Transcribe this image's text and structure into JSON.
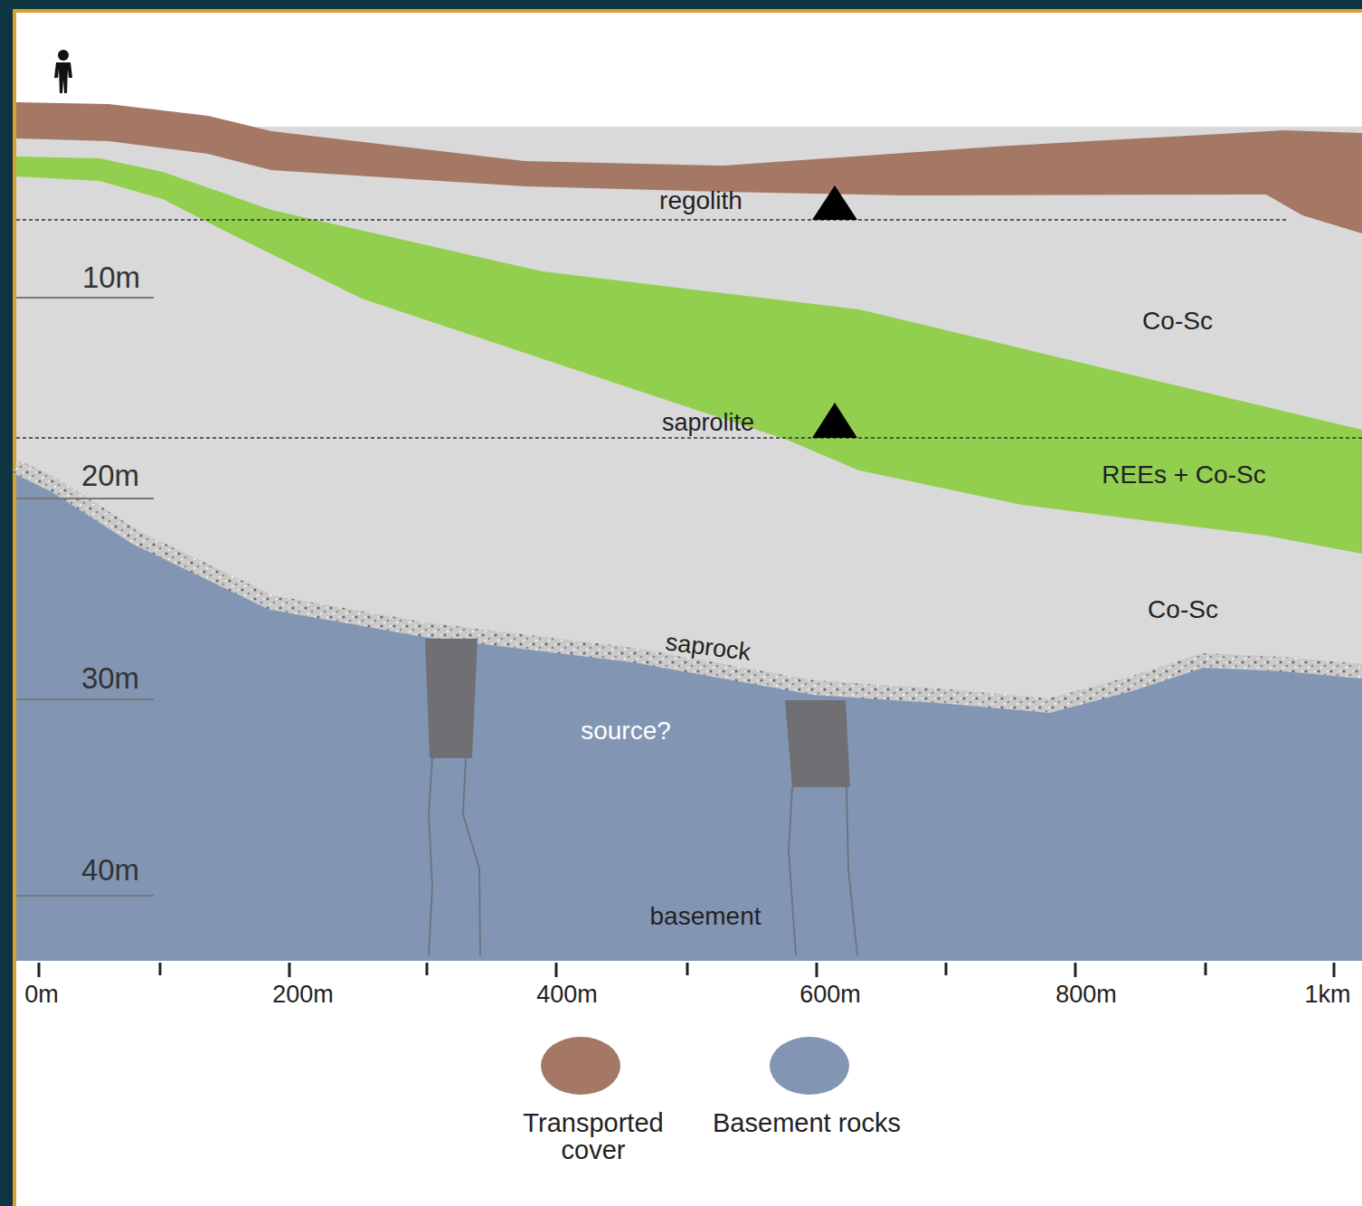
{
  "diagram": {
    "labels": [
      "regolith",
      "10m",
      "Co-Sc",
      "saprolite",
      "20m",
      "REEs + Co-Sc",
      "Co-Sc",
      "saprock",
      "30m",
      "source?",
      "40m",
      "basement",
      "0m",
      "200m",
      "400m",
      "600m",
      "800m",
      "1km"
    ],
    "legend": [
      {
        "text": "Transported cover",
        "color": "#a57866"
      },
      {
        "text": "Basement rocks",
        "color": "#8296b4"
      }
    ]
  }
}
